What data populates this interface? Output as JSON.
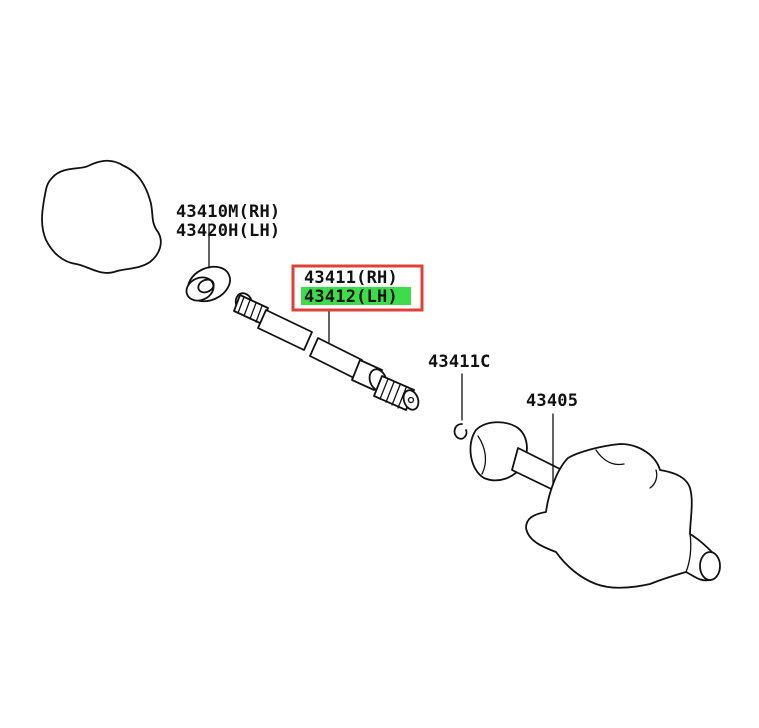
{
  "colors": {
    "highlight_box": "#e0403a",
    "highlight_fill": "#3ddc4a",
    "line": "#111111",
    "background": "#ffffff"
  },
  "labels": {
    "seal_rh": "43410M(RH)",
    "seal_lh": "43420H(LH)",
    "shaft_rh": "43411(RH)",
    "shaft_lh": "43412(LH)",
    "snap_ring": "43411C",
    "inboard_joint": "43405"
  },
  "highlighted_part": "43412(LH)"
}
